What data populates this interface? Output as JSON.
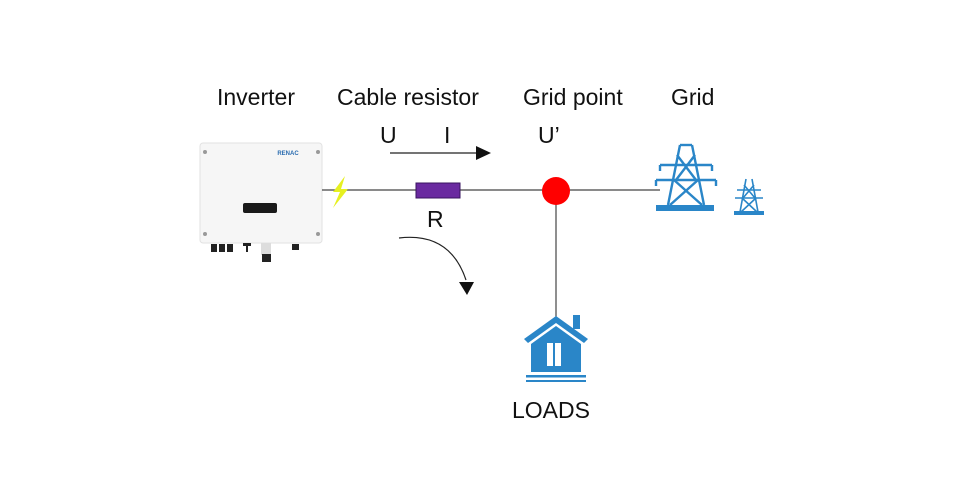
{
  "labels": {
    "inverter": "Inverter",
    "cable_resistor": "Cable resistor",
    "grid_point": "Grid point",
    "grid": "Grid",
    "voltage_u": "U",
    "current_i": "I",
    "voltage_u_prime": "U’",
    "resistor_r": "R",
    "loads": "LOADS",
    "inverter_brand": "RENAC"
  },
  "colors": {
    "resistor": "#6a2aa0",
    "grid_point": "#ff0000",
    "bolt": "#e6f020",
    "icon_blue": "#2a86c8",
    "wire": "#444444"
  }
}
